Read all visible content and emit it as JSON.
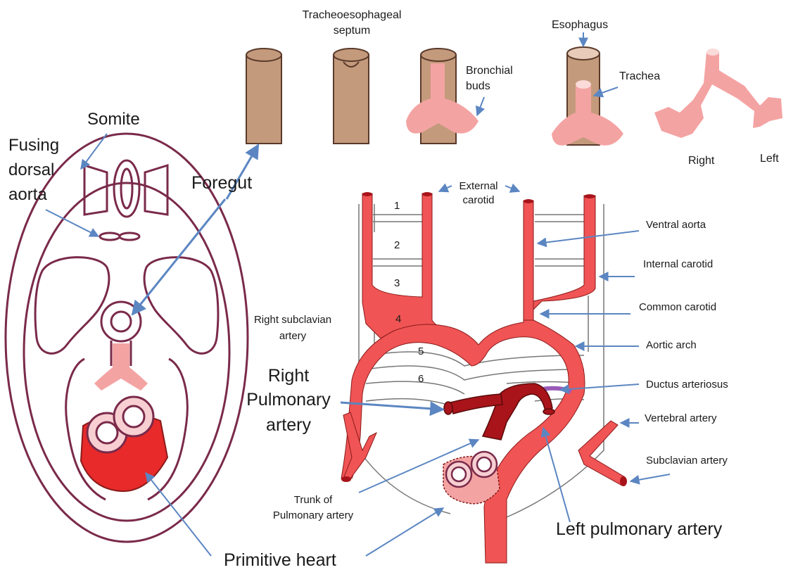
{
  "labels": {
    "somite": "Somite",
    "fusing_dorsal_aorta": [
      "Fusing",
      "dorsal",
      "aorta"
    ],
    "foregut": "Foregut",
    "primitive_heart": "Primitive heart",
    "tracheoesophageal_septum": [
      "Tracheoesophageal",
      "septum"
    ],
    "bronchial_buds": [
      "Bronchial",
      "buds"
    ],
    "esophagus": "Esophagus",
    "trachea": "Trachea",
    "right": "Right",
    "left": "Left",
    "external_carotid": [
      "External",
      "carotid"
    ],
    "ventral_aorta": "Ventral aorta",
    "internal_carotid": "Internal carotid",
    "common_carotid": "Common carotid",
    "aortic_arch": "Aortic arch",
    "ductus_arteriosus": "Ductus arteriosus",
    "vertebral_artery": "Vertebral artery",
    "subclavian_artery": "Subclavian artery",
    "right_subclavian_artery": [
      "Right subclavian",
      "artery"
    ],
    "right_pulmonary_artery": [
      "Right",
      "Pulmonary",
      "artery"
    ],
    "left_pulmonary_artery": "Left pulmonary artery",
    "trunk_of_pulmonary_artery": [
      "Trunk of",
      "Pulmonary artery"
    ],
    "arch_numbers": [
      "1",
      "2",
      "3",
      "4",
      "5",
      "6"
    ]
  },
  "colors": {
    "embryo_outline": "#7a2a4a",
    "gut_tube": "#c49a7c",
    "lung_bud": "#f4a3a3",
    "artery": "#f05454",
    "pulmonary_artery": "#a8141a",
    "arrow": "#5b86c2"
  }
}
